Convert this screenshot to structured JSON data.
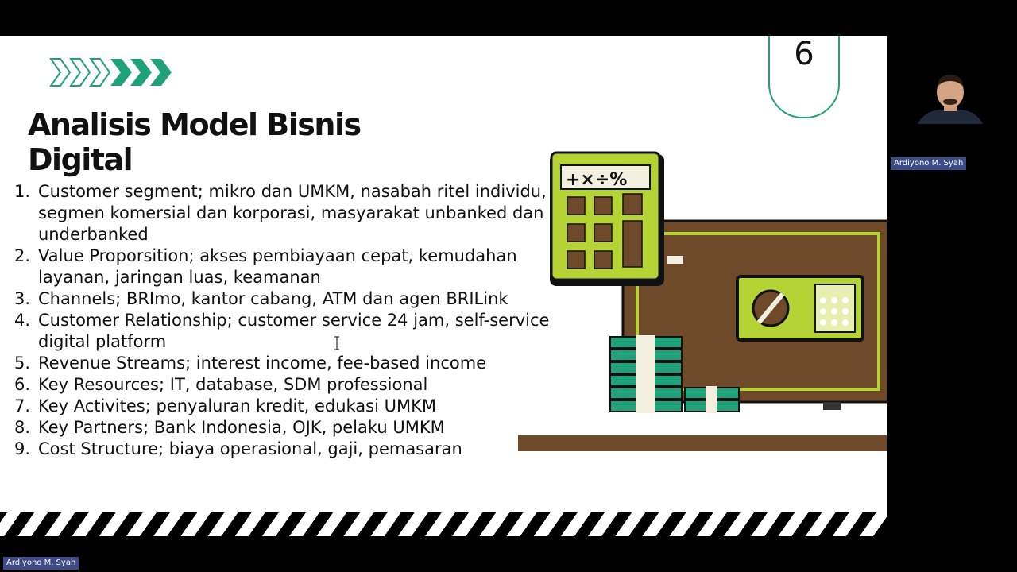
{
  "slide": {
    "page_number": "6",
    "title_line1": "Analisis Model Bisnis",
    "title_line2": "Digital",
    "items": [
      {
        "num": "1.",
        "text": "Customer segment; mikro dan UMKM, nasabah ritel individu, segmen komersial dan korporasi, masyarakat unbanked dan underbanked"
      },
      {
        "num": "2.",
        "text": "Value Proporsition; akses pembiayaan cepat, kemudahan layanan, jaringan luas, keamanan"
      },
      {
        "num": "3.",
        "text": "Channels; BRImo, kantor cabang, ATM dan agen BRILink"
      },
      {
        "num": "4.",
        "text": "Customer Relationship; customer service 24 jam, self-service digital platform"
      },
      {
        "num": "5.",
        "text": "Revenue Streams; interest income, fee-based income"
      },
      {
        "num": "6.",
        "text": "Key Resources; IT, database, SDM professional"
      },
      {
        "num": "7.",
        "text": "Key Activites; penyaluran kredit, edukasi UMKM"
      },
      {
        "num": "8.",
        "text": "Key Partners; Bank Indonesia, OJK, pelaku UMKM"
      },
      {
        "num": "9.",
        "text": "Cost Structure; biaya operasional, gaji, pemasaran"
      }
    ],
    "calculator_display": "+×÷%"
  },
  "participants": {
    "speaker_name": "Ardiyono M. Syah",
    "self_name": "Ardiyono M. Syah"
  },
  "colors": {
    "accent_green": "#1fa27a",
    "lime": "#b5d334",
    "brown": "#6e4a2b"
  }
}
